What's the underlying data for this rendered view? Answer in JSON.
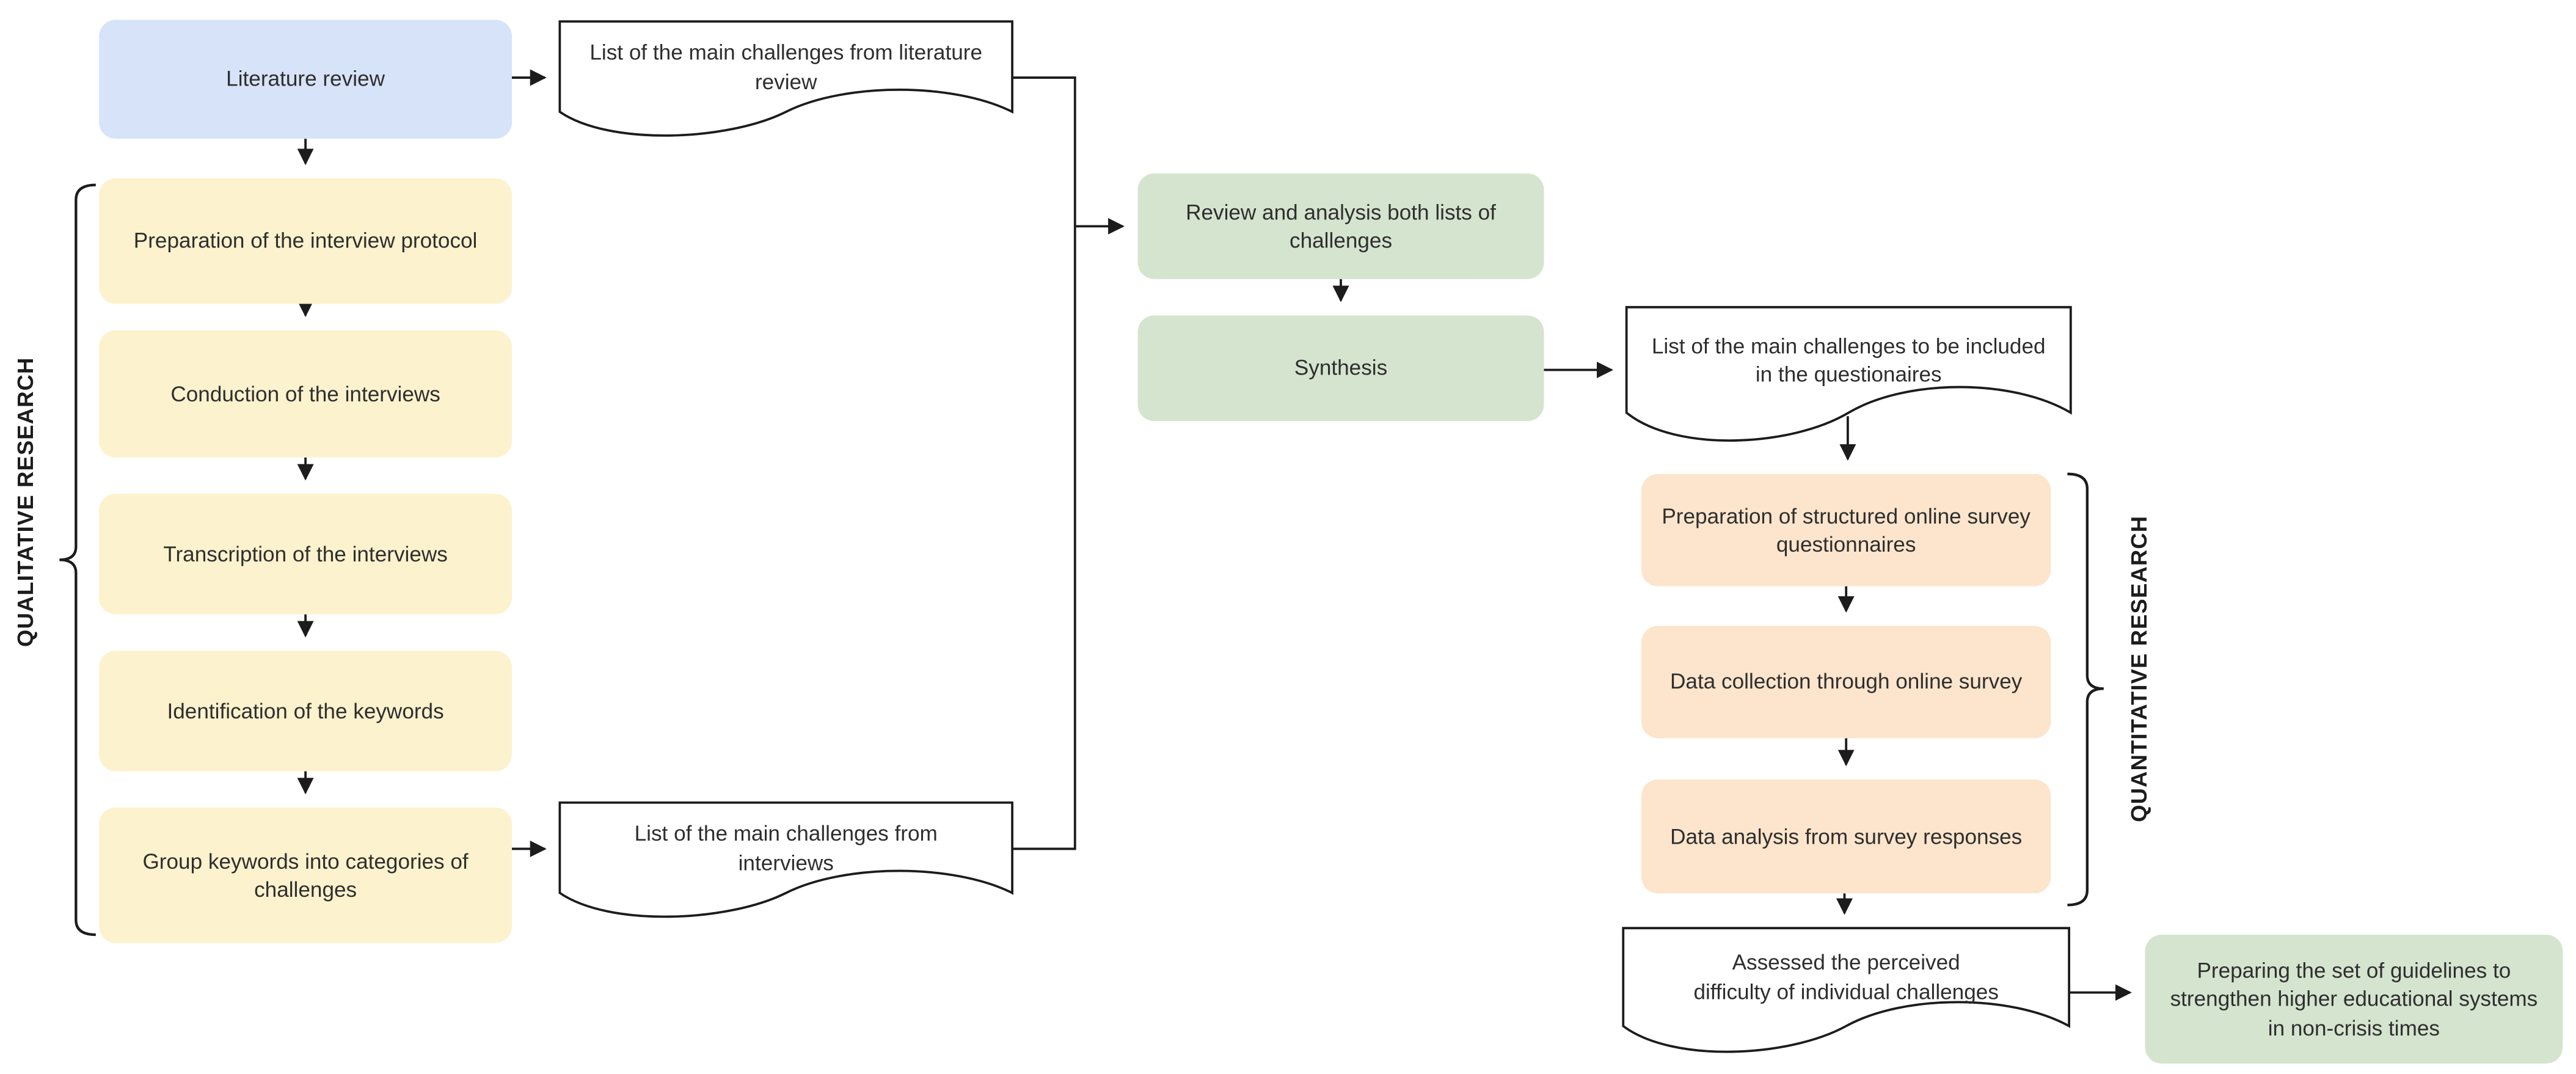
{
  "section_labels": {
    "qualitative": "QUALITATIVE RESEARCH",
    "quantitative": "QUANTITATIVE RESEARCH"
  },
  "nodes": {
    "literature_review": "Literature review",
    "prep_interview_protocol": "Preparation of the interview protocol",
    "conduction_interviews": "Conduction of the interviews",
    "transcription_interviews": "Transcription of the interviews",
    "identification_keywords": "Identification of the keywords",
    "group_keywords": "Group keywords into categories of\nchallenges",
    "review_analysis": "Review and analysis both lists of\nchallenges",
    "synthesis": "Synthesis",
    "prep_survey_questionnaires": "Preparation of structured online survey\nquestionnaires",
    "data_collection": "Data collection through online survey",
    "data_analysis": "Data analysis from survey responses",
    "guidelines": "Preparing the set of guidelines to\nstrengthen higher educational systems\nin non-crisis times"
  },
  "documents": {
    "challenges_literature": "List of the main challenges from literature\nreview",
    "challenges_interviews": "List of the main challenges from\ninterviews",
    "challenges_questionnaires": "List of the main challenges to be included\nin the questionaires",
    "assessed_difficulty": "Assessed the perceived\ndifficulty of individual challenges"
  },
  "colors": {
    "literature_fill": "#d7e3f8",
    "qualitative_step_fill": "#fcf2cd",
    "synthesis_fill": "#d5e4cf",
    "quantitative_step_fill": "#fce5cc",
    "document_fill": "#ffffff",
    "line": "#1c1c1c",
    "text": "#2e2e2e"
  }
}
